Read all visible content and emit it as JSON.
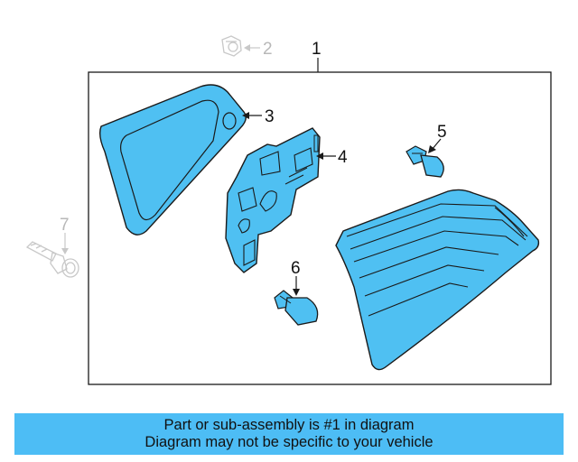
{
  "diagram": {
    "callouts": [
      "1",
      "2",
      "3",
      "4",
      "5",
      "6",
      "7"
    ],
    "colors": {
      "part_fill": "#4fc0f2",
      "outline": "#1a1a1a",
      "faded": "#c8c8c8"
    },
    "parts": [
      {
        "number": "1",
        "name": "tail-lamp-assembly"
      },
      {
        "number": "2",
        "name": "nut"
      },
      {
        "number": "3",
        "name": "gasket"
      },
      {
        "number": "4",
        "name": "socket-bulb-holder"
      },
      {
        "number": "5",
        "name": "bulb"
      },
      {
        "number": "6",
        "name": "bulb"
      },
      {
        "number": "7",
        "name": "bolt"
      }
    ]
  },
  "banner": {
    "line1": "Part or sub-assembly is #1 in diagram",
    "line2": "Diagram may not be specific to your vehicle",
    "color": "#4dbdf5"
  }
}
